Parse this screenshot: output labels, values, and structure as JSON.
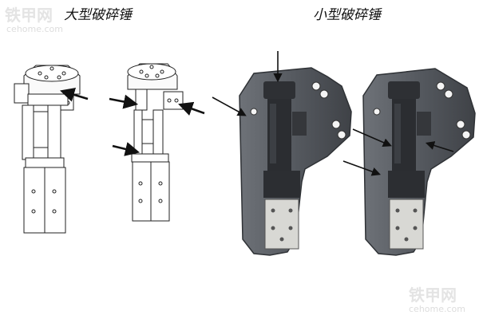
{
  "watermark": {
    "cn": "铁甲网",
    "en": "cehome.com"
  },
  "titles": {
    "large": "大型破碎锤",
    "small": "小型破碎锤"
  },
  "colors": {
    "line": "#222222",
    "casing_dark": "#4a4d52",
    "casing_mid": "#62666c",
    "casing_light": "#8a8e94",
    "core_dark": "#2a2c30",
    "plate": "#d9d9d6",
    "watermark": "#e4e4e4"
  }
}
